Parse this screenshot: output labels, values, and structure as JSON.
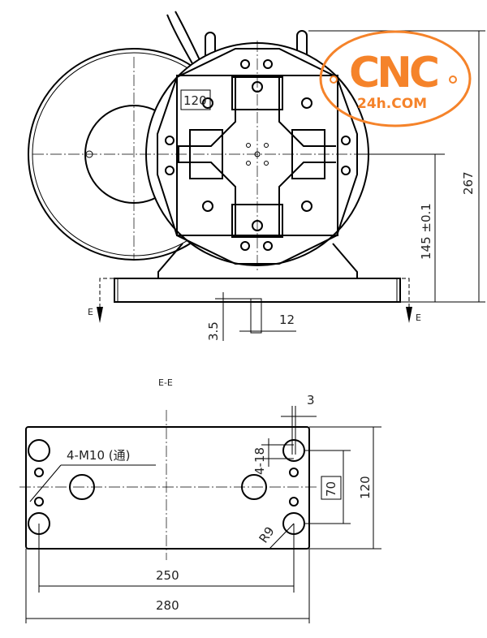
{
  "front_view": {
    "dimensions": {
      "overall_height": "267",
      "center_height": "145 ±0.1",
      "box_label": "120",
      "key_height": "3.5",
      "key_width": "12"
    },
    "section_marker": "E"
  },
  "section_view": {
    "title": "E-E",
    "dimensions": {
      "hole_spacing_x": "250",
      "plate_length": "280",
      "plate_width": "120",
      "hole_spacing_y": "70",
      "offset": "3",
      "slot": "4-18",
      "radius": "R9",
      "thread_note": "4-M10 (通)"
    }
  },
  "watermark": {
    "text": "CNC",
    "subtext": "24h.COM",
    "color": "#f5832a"
  }
}
